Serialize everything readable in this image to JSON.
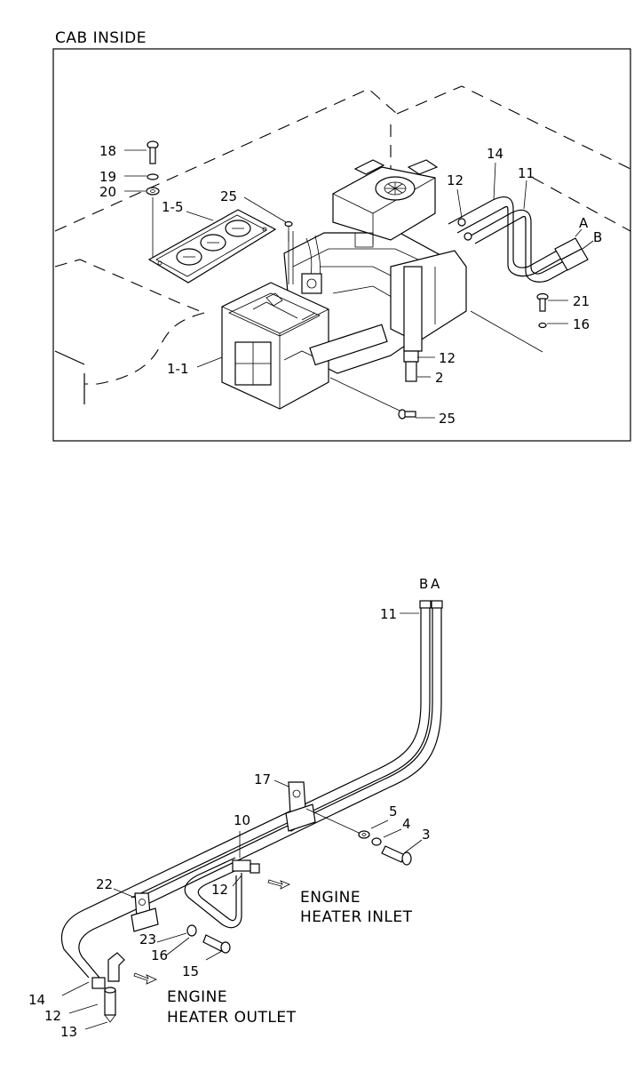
{
  "top_panel": {
    "title": "CAB INSIDE",
    "callouts": {
      "c18": "18",
      "c19": "19",
      "c20": "20",
      "c1_5": "1-5",
      "c25a": "25",
      "c14": "14",
      "c11": "11",
      "c12a": "12",
      "cA": "A",
      "cB": "B",
      "c21": "21",
      "c16": "16",
      "c1_1": "1-1",
      "c12b": "12",
      "c2": "2",
      "c25b": "25"
    }
  },
  "bottom_panel": {
    "pipe_ends": {
      "b": "B",
      "a": "A"
    },
    "inlet_label_1": "ENGINE",
    "inlet_label_2": "HEATER INLET",
    "outlet_label_1": "ENGINE",
    "outlet_label_2": "HEATER OUTLET",
    "callouts": {
      "c11": "11",
      "c17": "17",
      "c5": "5",
      "c4": "4",
      "c3": "3",
      "c10": "10",
      "c12a": "12",
      "c22": "22",
      "c23": "23",
      "c16": "16",
      "c15": "15",
      "c14": "14",
      "c12b": "12",
      "c13": "13"
    }
  }
}
